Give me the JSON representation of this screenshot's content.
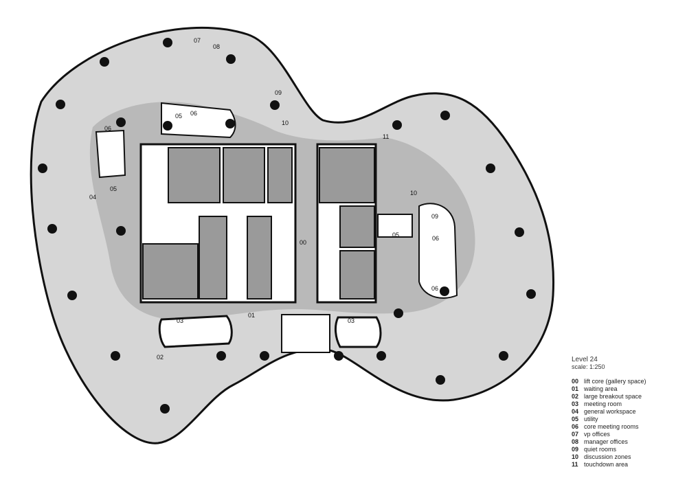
{
  "legend": {
    "title": "Level 24",
    "scale": "scale: 1:250",
    "items": [
      {
        "code": "00",
        "label": "lift core (gallery space)"
      },
      {
        "code": "01",
        "label": "waiting area"
      },
      {
        "code": "02",
        "label": "large breakout space"
      },
      {
        "code": "03",
        "label": "meeting room"
      },
      {
        "code": "04",
        "label": "general workspace"
      },
      {
        "code": "05",
        "label": "utility"
      },
      {
        "code": "06",
        "label": "core meeting rooms"
      },
      {
        "code": "07",
        "label": "vp offices"
      },
      {
        "code": "08",
        "label": "manager offices"
      },
      {
        "code": "09",
        "label": "quiet rooms"
      },
      {
        "code": "10",
        "label": "discussion zones"
      },
      {
        "code": "11",
        "label": "touchdown area"
      }
    ]
  },
  "room_labels": [
    {
      "id": "l07",
      "text": "07"
    },
    {
      "id": "l08",
      "text": "08"
    },
    {
      "id": "l09a",
      "text": "09"
    },
    {
      "id": "l10a",
      "text": "10"
    },
    {
      "id": "l11",
      "text": "11"
    },
    {
      "id": "l05a",
      "text": "05"
    },
    {
      "id": "l06a",
      "text": "06"
    },
    {
      "id": "l06b",
      "text": "06"
    },
    {
      "id": "l05b",
      "text": "05"
    },
    {
      "id": "l04",
      "text": "04"
    },
    {
      "id": "l00",
      "text": "00"
    },
    {
      "id": "l01",
      "text": "01"
    },
    {
      "id": "l02",
      "text": "02"
    },
    {
      "id": "l03a",
      "text": "03"
    },
    {
      "id": "l03b",
      "text": "03"
    },
    {
      "id": "l10b",
      "text": "10"
    },
    {
      "id": "l09b",
      "text": "09"
    },
    {
      "id": "l05c",
      "text": "05"
    },
    {
      "id": "l06c",
      "text": "06"
    },
    {
      "id": "l06d",
      "text": "06"
    }
  ],
  "colors": {
    "floor": "#d6d6d6",
    "inner": "#b9b9b9",
    "core": "#9a9a9a",
    "wall": "#111111",
    "paper": "#ffffff"
  }
}
